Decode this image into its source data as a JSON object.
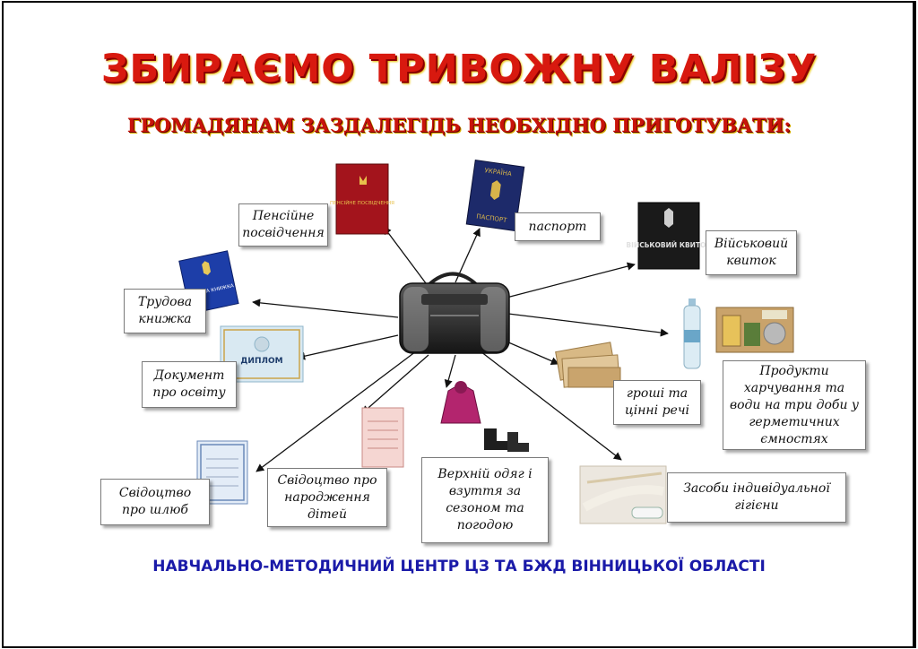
{
  "title": "ЗБИРАЄМО  ТРИВОЖНУ  ВАЛІЗУ",
  "subtitle": "ГРОМАДЯНАМ ЗАЗДАЛЕГІДЬ НЕОБХІДНО ПРИГОТУВАТИ:",
  "footer": "НАВЧАЛЬНО-МЕТОДИЧНИЙ ЦЕНТР ЦЗ ТА БЖД  ВІННИЦЬКОЇ ОБЛАСТІ",
  "items": {
    "pension": "Пенсійне\nпосвідчення",
    "passport": "паспорт",
    "military": "Військовий\nквиток",
    "workbook": "Трудова\nкнижка",
    "food": "Продукти\nхарчування та\nводи на три доби у\nгерметичних\nємностях",
    "education": "Документ\nпро освіту",
    "money": "гроші та\nцінні речі",
    "marriage": "Свідоцтво\nпро шлюб",
    "birth": "Свідоцтво про\nнародження\nдітей",
    "clothes": "Верхній одяг і\nвзуття за\nсезоном та\nпогодою",
    "hygiene": "Засоби індивідуальної\nгігієни"
  },
  "document_covers": {
    "pension": "ПЕНСІЙНЕ ПОСВІДЧЕННЯ",
    "passport_top": "УКРАЇНА",
    "passport_bottom": "ПАСПОРТ",
    "military": "ВІЙСЬКОВИЙ КВИТОК",
    "workbook": "ТРУДОВА КНИЖКА",
    "diploma": "ДИПЛОМ"
  },
  "colors": {
    "title": "#d8190f",
    "footer": "#1a1aa8",
    "arrow": "#111111"
  }
}
